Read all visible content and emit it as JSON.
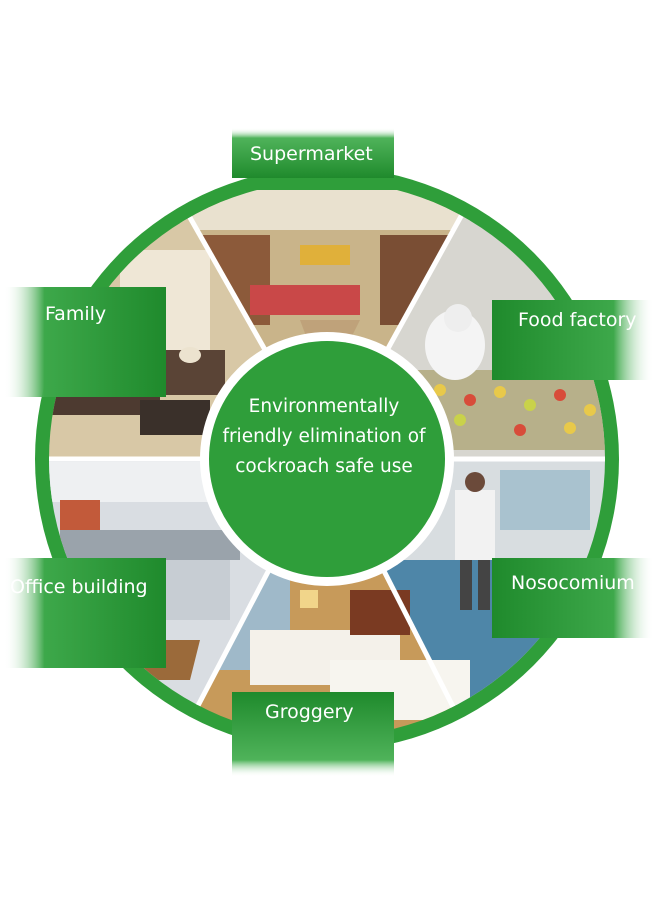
{
  "center_text": "Environmentally friendly elimination of cockroach safe use",
  "labels": {
    "supermarket": "Supermarket",
    "family": "Family",
    "food_factory": "Food factory",
    "office_building": "Office building",
    "nosocomium": "Nosocomium",
    "groggery": "Groggery"
  },
  "colors": {
    "ring_green": "#2f9e3a",
    "dark_green": "#1f8a2c",
    "white": "#ffffff"
  }
}
